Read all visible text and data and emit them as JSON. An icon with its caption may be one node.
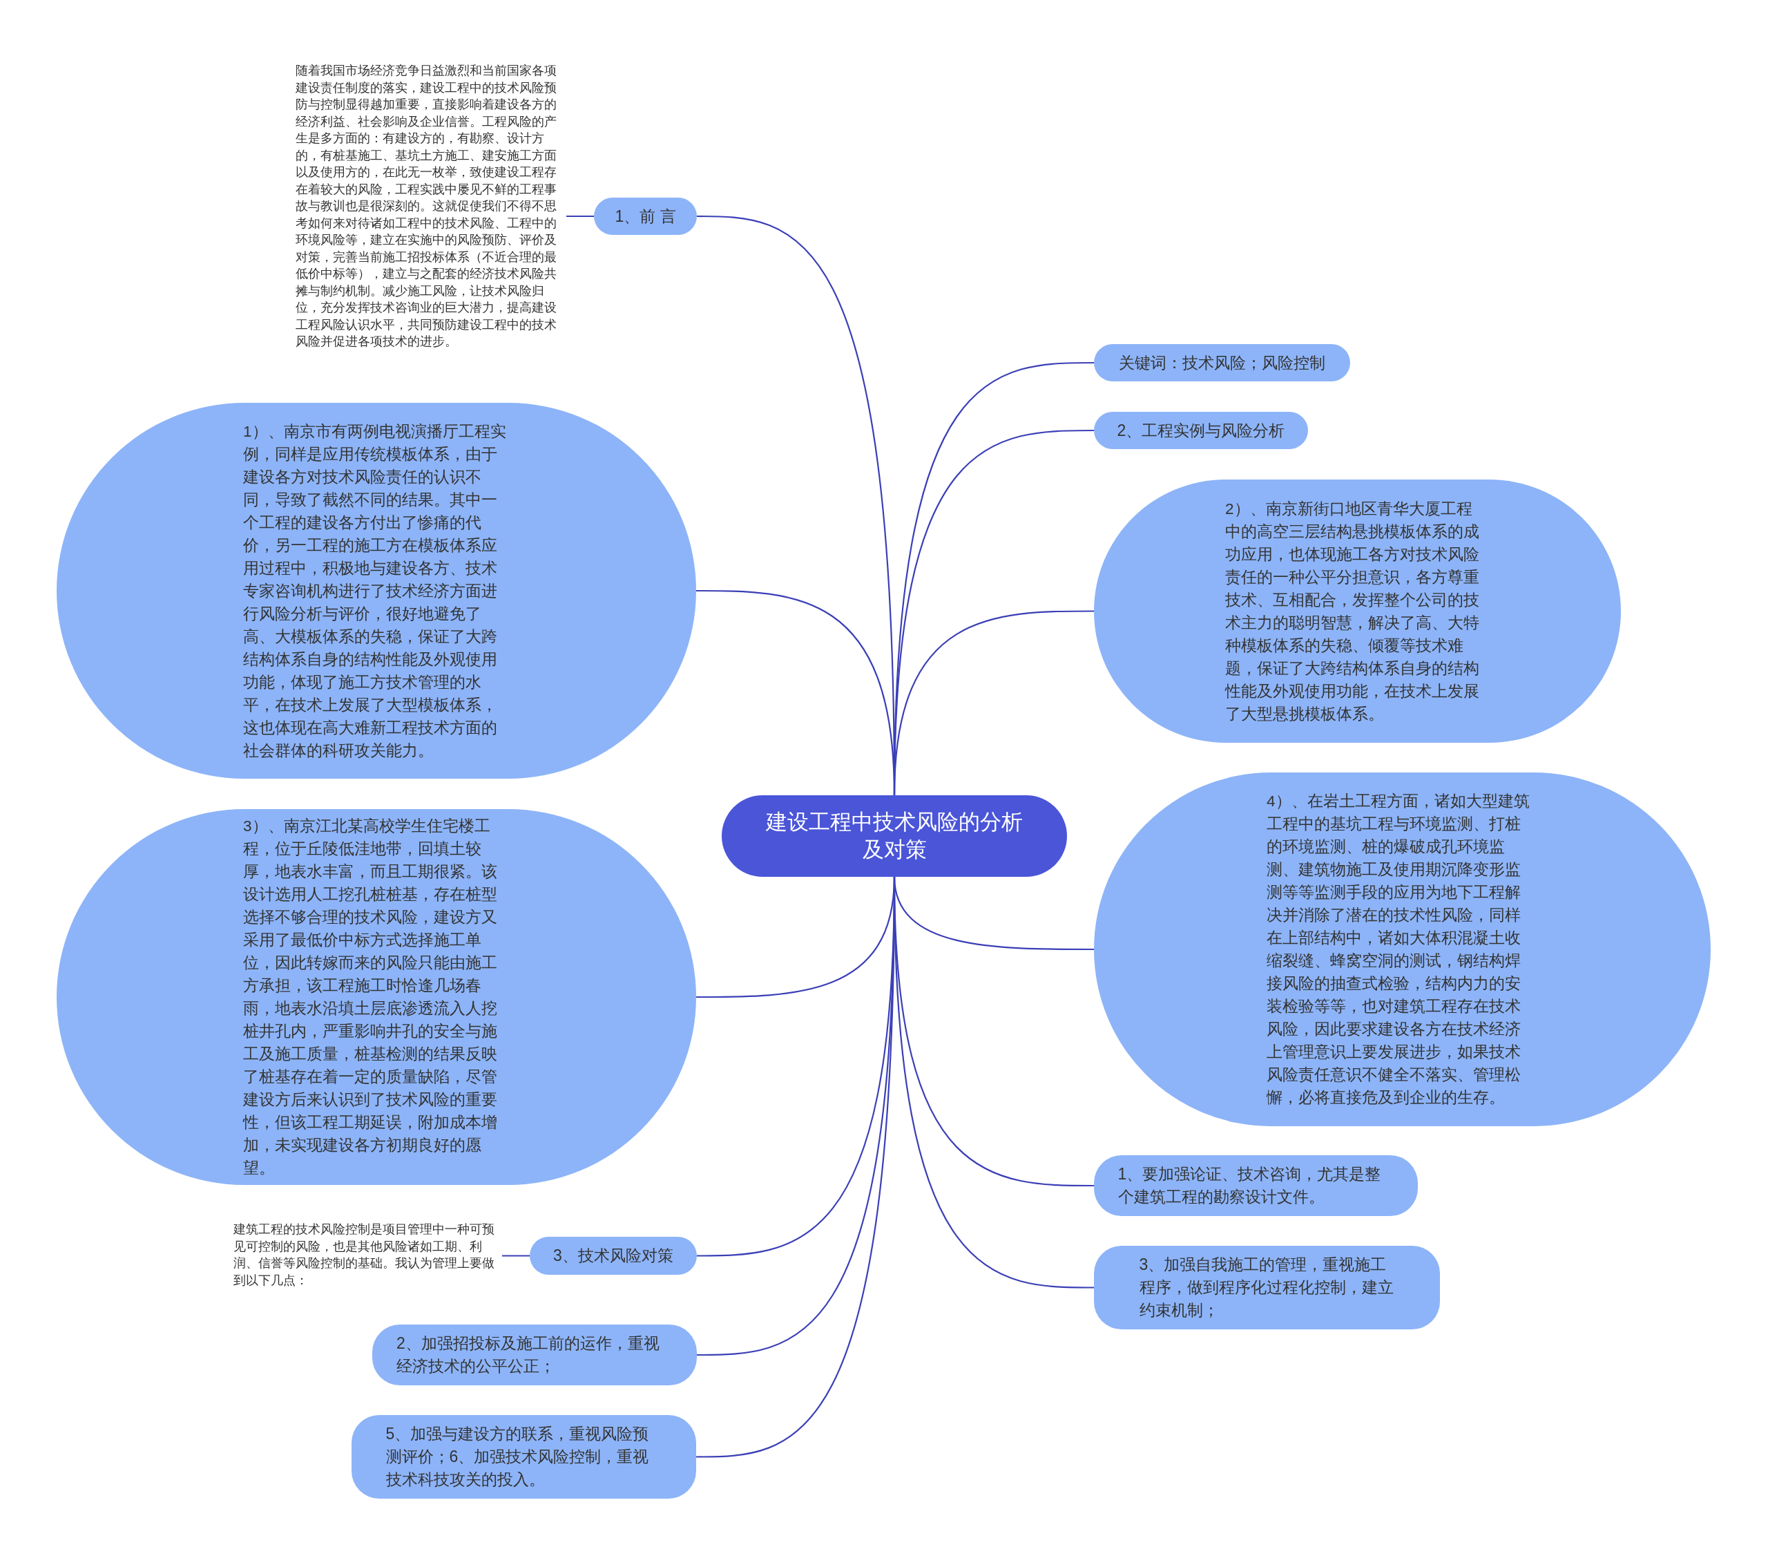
{
  "diagram": {
    "nodes": [
      {
        "text": [
          "建设工程中技术风险的分析及对策"
        ]
      },
      {
        "text": [
          "1、前 言"
        ]
      },
      {
        "text": [
          "随着我国市场经济竞争日益激烈和当前国家各项建设责任制度的落实，建设工程中的技术风险预防与控制显得越加重要，直接影响着建设各方的经济利益、社会影响及企业信誉。工程风险的产生是多方面的：有建设方的，有勘察、设计方的，有桩基施工、基坑土方施工、建安施工方面以及使用方的，在此无一枚举，致使建设工程存在着较大的风险，工程实践中屡见不鲜的工程事故与教训也是很深刻的。这就促使我们不得不思考如何来对待诸如工程中的技术风险、工程中的环境风险等，建立在实施中的风险预防、评价及对策，完善当前施工招投标体系（不近合理的最低价中标等），建立与之配套的经济技术风险共摊与制约机制。减少施工风险，让技术风险归位，充分发挥技术咨询业的巨大潜力，提高建设工程风险认识水平，共同预防建设工程中的技术风险并促进各项技术的进步。"
        ]
      },
      {
        "text": [
          "关键词：技术风险；风险控制"
        ]
      },
      {
        "text": [
          "2、工程实例与风险分析"
        ]
      },
      {
        "text": [
          "2）、南京新街口地区青华大厦工程中的高空三层结构悬挑模板体系的成功应用，也体现施工各方对技术风险责任的一种公平分担意识，各方尊重技术、互相配合，发挥整个公司的技术主力的聪明智慧，解决了高、大特种模板体系的失稳、倾覆等技术难题，保证了大跨结构体系自身的结构性能及外观使用功能，在技术上发展了大型悬挑模板体系。"
        ]
      },
      {
        "text": [
          "1）、南京市有两例电视演播厅工程实例，同样是应用传统模板体系，由于建设各方对技术风险责任的认识不同，导致了截然不同的结果。其中一个工程的建设各方付出了惨痛的代价，另一工程的施工方在模板体系应用过程中，积极地与建设各方、技术专家咨询机构进行了技术经济方面进行风险分析与评价，很好地避免了高、大模板体系的失稳，保证了大跨结构体系自身的结构性能及外观使用功能，体现了施工方技术管理的水平，在技术上发展了大型模板体系，这也体现在高大难新工程技术方面的社会群体的科研攻关能力。"
        ]
      },
      {
        "text": [
          "3）、南京江北某高校学生住宅楼工程，位于丘陵低洼地带，回填土较厚，地表水丰富，而且工期很紧。该设计选用人工挖孔桩桩基，存在桩型选择不够合理的技术风险，建设方又采用了最低价中标方式选择施工单位，因此转嫁而来的风险只能由施工方承担，该工程施工时恰逢几场春雨，地表水沿填土层底渗透流入人挖桩井孔内，严重影响井孔的安全与施工及施工质量，桩基检测的结果反映了桩基存在着一定的质量缺陷，尽管建设方后来认识到了技术风险的重要性，但该工程工期延误，附加成本增加，未实现建设各方初期良好的愿望。"
        ]
      },
      {
        "text": [
          "4）、在岩土工程方面，诸如大型建筑工程中的基坑工程与环境监测、打桩的环境监测、桩的爆破成孔环境监测、建筑物施工及使用期沉降变形监测等等监测手段的应用为地下工程解决并消除了潜在的技术性风险，同样在上部结构中，诸如大体积混凝土收缩裂缝、蜂窝空洞的测试，钢结构焊接风险的抽查式检验，结构内力的安装检验等等，也对建筑工程存在技术风险，因此要求建设各方在技术经济上管理意识上要发展进步，如果技术风险责任意识不健全不落实、管理松懈，必将直接危及到企业的生存。"
        ]
      },
      {
        "text": [
          "1、要加强论证、技术咨询，尤其是整个建筑工程的勘察设计文件。"
        ]
      },
      {
        "text": [
          "3、技术风险对策"
        ]
      },
      {
        "text": [
          "建筑工程的技术风险控制是项目管理中一种可预见可控制的风险，也是其他风险诸如工期、利润、信誉等风险控制的基础。我认为管理上要做到以下几点："
        ]
      },
      {
        "text": [
          "3、加强自我施工的管理，重视施工程序，做到程序化过程化控制，建立约束机制；"
        ]
      },
      {
        "text": [
          "2、加强招投标及施工前的运作，重视经济技术的公平公正；"
        ]
      },
      {
        "text": [
          "5、加强与建设方的联系，重视风险预测评价；6、加强技术风险控制，重视技术科技攻关的投入。"
        ]
      }
    ],
    "edges": [
      {
        "from": 0,
        "to": 1,
        "arrow": "none"
      },
      {
        "from": 1,
        "to": 2,
        "arrow": "none"
      },
      {
        "from": 0,
        "to": 3,
        "arrow": "none"
      },
      {
        "from": 0,
        "to": 4,
        "arrow": "none"
      },
      {
        "from": 0,
        "to": 5,
        "arrow": "none"
      },
      {
        "from": 0,
        "to": 6,
        "arrow": "none"
      },
      {
        "from": 0,
        "to": 7,
        "arrow": "none"
      },
      {
        "from": 0,
        "to": 8,
        "arrow": "none"
      },
      {
        "from": 0,
        "to": 9,
        "arrow": "none"
      },
      {
        "from": 0,
        "to": 10,
        "arrow": "none"
      },
      {
        "from": 10,
        "to": 11,
        "arrow": "none"
      },
      {
        "from": 0,
        "to": 12,
        "arrow": "none"
      },
      {
        "from": 0,
        "to": 13,
        "arrow": "none"
      },
      {
        "from": 0,
        "to": 14,
        "arrow": "none"
      }
    ]
  }
}
